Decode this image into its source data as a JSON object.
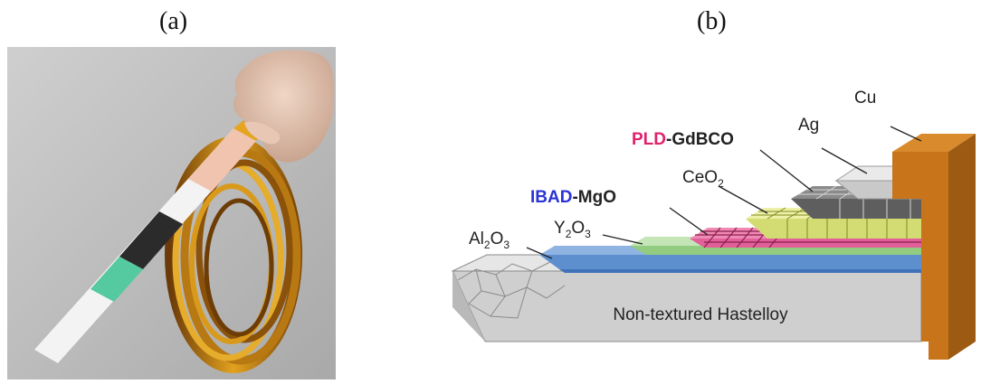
{
  "figure": {
    "panel_a_label": "(a)",
    "panel_b_label": "(b)"
  },
  "diagram": {
    "layers": {
      "al2o3": {
        "base": "Al",
        "sub1": "2",
        "mid": "O",
        "sub2": "3"
      },
      "y2o3": {
        "base": "Y",
        "sub1": "2",
        "mid": "O",
        "sub2": "3"
      },
      "ibad_mgo": {
        "prefix": "IBAD",
        "suffix": "-MgO"
      },
      "ceo2": {
        "base": "CeO",
        "sub1": "2"
      },
      "pld_gdbco": {
        "prefix": "PLD",
        "suffix": "-GdBCO"
      },
      "ag": "Ag",
      "cu": "Cu"
    },
    "substrate_label": "Non-textured Hastelloy"
  },
  "colors": {
    "ibad": "#2b33d6",
    "pld": "#e0216c",
    "copper": "#c8741a",
    "buffer_blue": "#6f9fd8",
    "buffer_green": "#9fd48f",
    "mgo_pink": "#e7609a",
    "ceo2_yellow": "#d6df7c",
    "gdbco_gray": "#6a6a6a",
    "ag_silver": "#d4d4d4",
    "hastelloy": "#c9c9c9"
  }
}
